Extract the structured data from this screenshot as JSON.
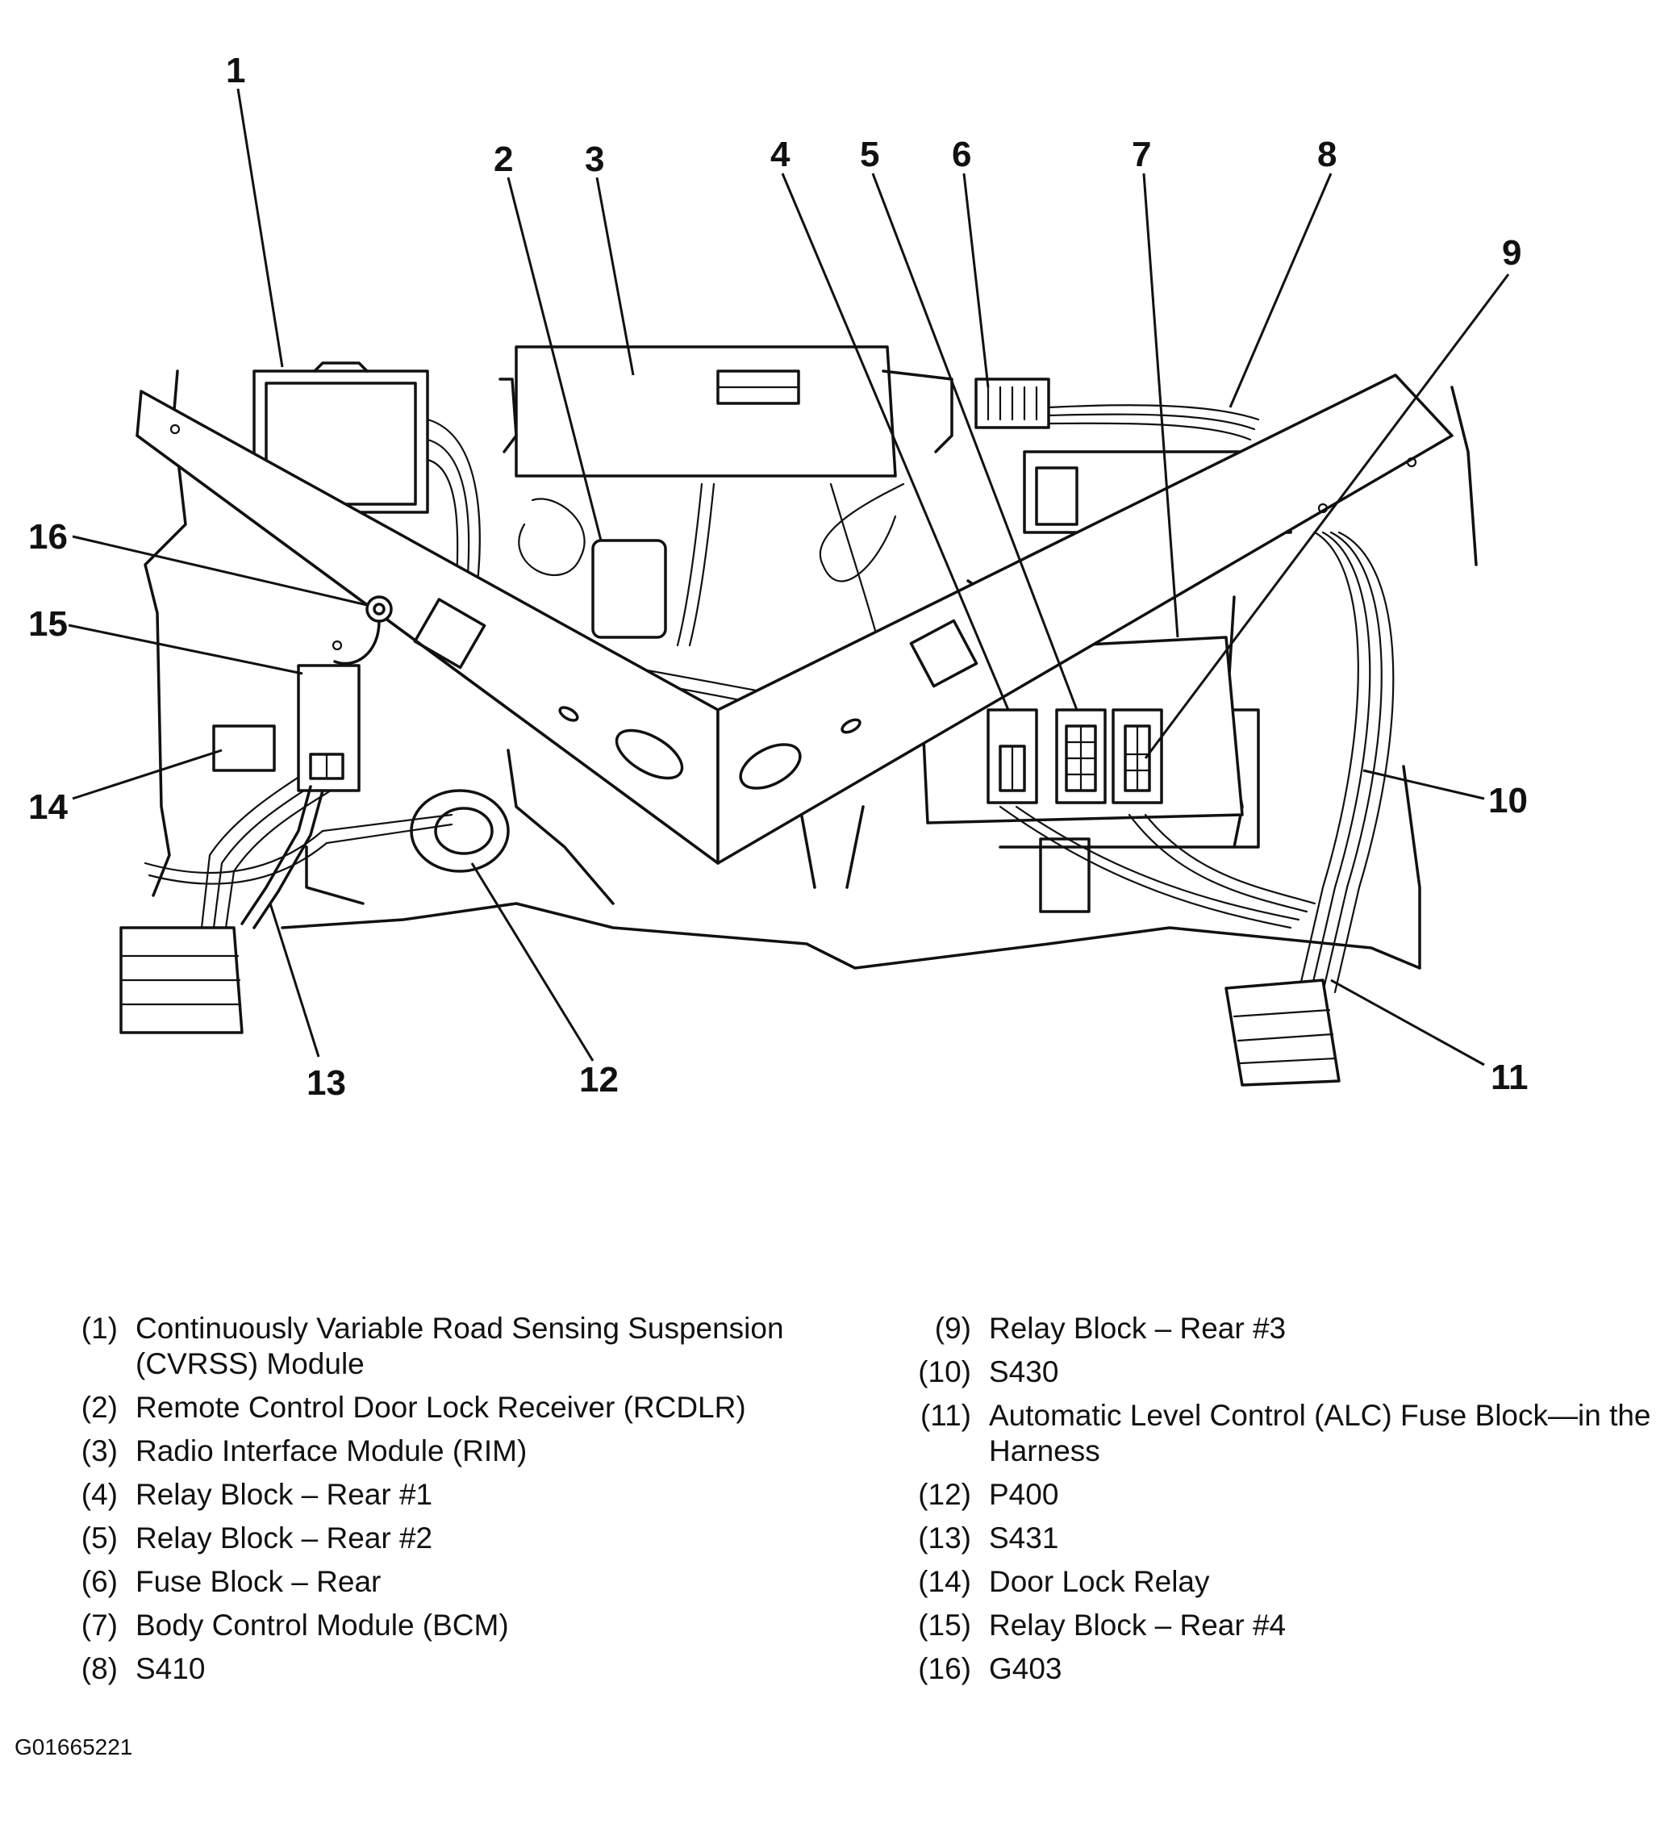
{
  "callouts": [
    "1",
    "2",
    "3",
    "4",
    "5",
    "6",
    "7",
    "8",
    "9",
    "10",
    "11",
    "12",
    "13",
    "14",
    "15",
    "16"
  ],
  "legend": {
    "left": [
      {
        "num": "(1)",
        "label": "Continuously Variable Road Sensing Suspension (CVRSS) Module"
      },
      {
        "num": "(2)",
        "label": "Remote Control Door Lock Receiver (RCDLR)"
      },
      {
        "num": "(3)",
        "label": "Radio Interface Module (RIM)"
      },
      {
        "num": "(4)",
        "label": "Relay Block – Rear #1"
      },
      {
        "num": "(5)",
        "label": "Relay Block – Rear #2"
      },
      {
        "num": "(6)",
        "label": "Fuse Block – Rear"
      },
      {
        "num": "(7)",
        "label": "Body Control Module (BCM)"
      },
      {
        "num": "(8)",
        "label": "S410"
      }
    ],
    "right": [
      {
        "num": "(9)",
        "label": "Relay Block – Rear #3"
      },
      {
        "num": "(10)",
        "label": "S430"
      },
      {
        "num": "(11)",
        "label": "Automatic Level Control (ALC) Fuse Block—in the Harness"
      },
      {
        "num": "(12)",
        "label": "P400"
      },
      {
        "num": "(13)",
        "label": "S431"
      },
      {
        "num": "(14)",
        "label": "Door Lock Relay"
      },
      {
        "num": "(15)",
        "label": "Relay Block – Rear #4"
      },
      {
        "num": "(16)",
        "label": "G403"
      }
    ]
  },
  "figure_id": "G01665221"
}
